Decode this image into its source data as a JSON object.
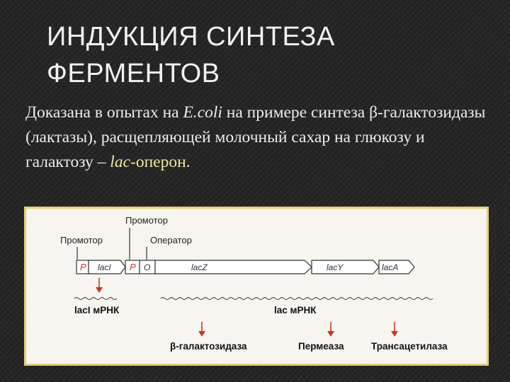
{
  "slide": {
    "title_line1": "ИНДУКЦИЯ СИНТЕЗА",
    "title_line2": "ФЕРМЕНТОВ",
    "body": {
      "part1": "Доказана в опытах на ",
      "organism": "E.coli",
      "part2": " на примере синтеза β-галактозидазы (лактазы), расщепляющей молочный сахар на глюкозу и галактозу – ",
      "operon_prefix": "lac",
      "operon_suffix": "-оперон",
      "period": "."
    }
  },
  "diagram": {
    "label_promoter_top": "Промотор",
    "label_promoter_left": "Промотор",
    "label_operator": "Оператор",
    "gene_p1": "P",
    "gene_lacI": "lacI",
    "gene_p2": "P",
    "gene_o": "O",
    "gene_lacZ": "lacZ",
    "gene_lacY": "lacY",
    "gene_lacA": "lacA",
    "mrna_lacI": "lacI мРНК",
    "mrna_lac": "lac мРНК",
    "protein_1": "β-галактозидаза",
    "protein_2": "Пермеаза",
    "protein_3": "Трансацетилаза",
    "colors": {
      "arrow": "#c0392b",
      "frame": "#e8cf74"
    }
  }
}
